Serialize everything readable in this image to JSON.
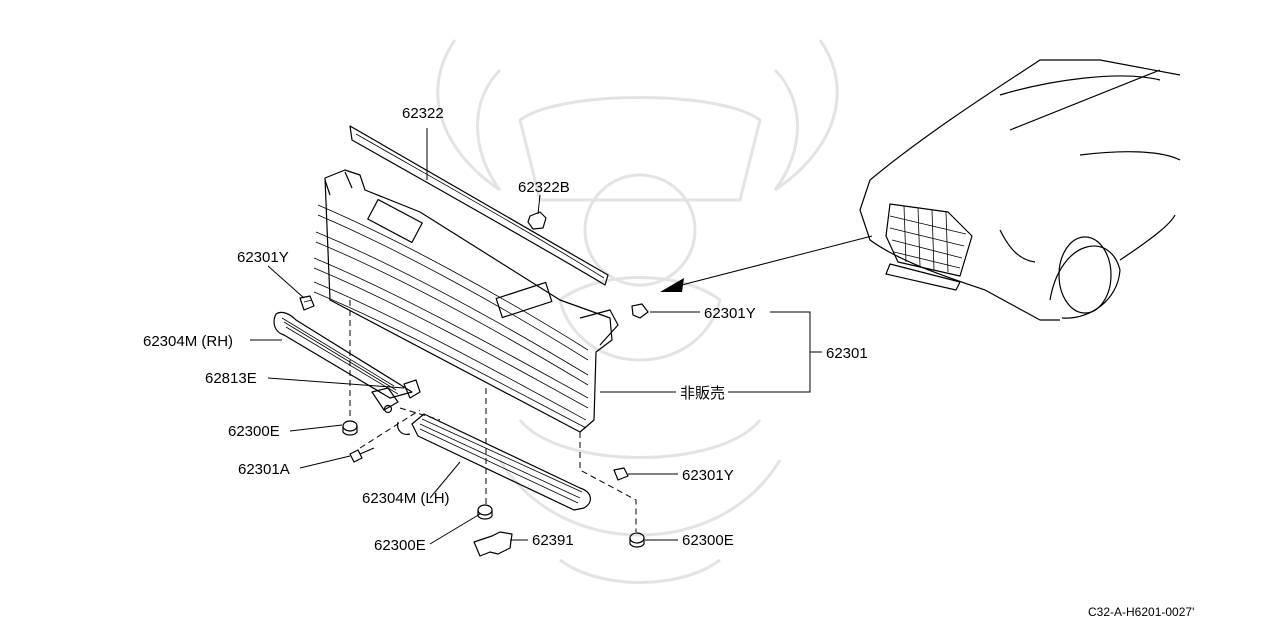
{
  "diagram": {
    "parts": {
      "p62322": "62322",
      "p62322B": "62322B",
      "p62301Y_a": "62301Y",
      "p62301Y_b": "62301Y",
      "p62301Y_c": "62301Y",
      "p62301": "62301",
      "p62304M_RH": "62304M (RH)",
      "p62813E": "62813E",
      "not_for_sale": "非販売",
      "p62300E_a": "62300E",
      "p62301A": "62301A",
      "p62304M_LH": "62304M (LH)",
      "p62300E_b": "62300E",
      "p62391": "62391",
      "p62300E_c": "62300E"
    },
    "diagram_code": "C32-A-H6201-0027'"
  },
  "colors": {
    "line": "#000000",
    "watermark": "#e3e3e3",
    "background": "#ffffff"
  }
}
